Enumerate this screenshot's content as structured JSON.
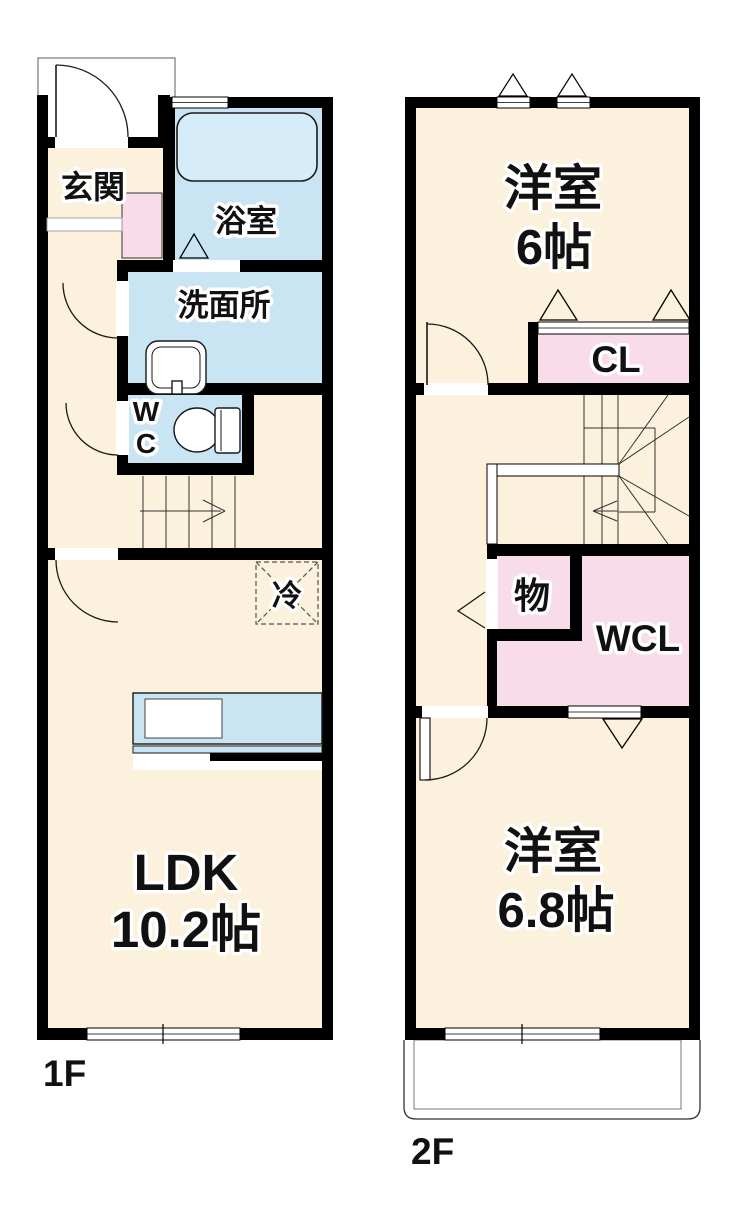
{
  "title": "apartment-floor-plan",
  "colors": {
    "bg": "#ffffff",
    "cream": "#fbf1dc",
    "blue": "#c9e5f3",
    "pink": "#f8dcea",
    "wall": "#000000",
    "tub": "#d6ecf9"
  },
  "floor1": {
    "label": "1F",
    "entrance": "玄関",
    "bath": "浴室",
    "washroom": "洗面所",
    "wc_l1": "W",
    "wc_l2": "C",
    "fridge": "冷",
    "ldk_l1": "LDK",
    "ldk_l2": "10.2帖"
  },
  "floor2": {
    "label": "2F",
    "room1_l1": "洋室",
    "room1_l2": "6帖",
    "closet": "CL",
    "storage": "物",
    "walkin": "WCL",
    "room2_l1": "洋室",
    "room2_l2": "6.8帖"
  }
}
